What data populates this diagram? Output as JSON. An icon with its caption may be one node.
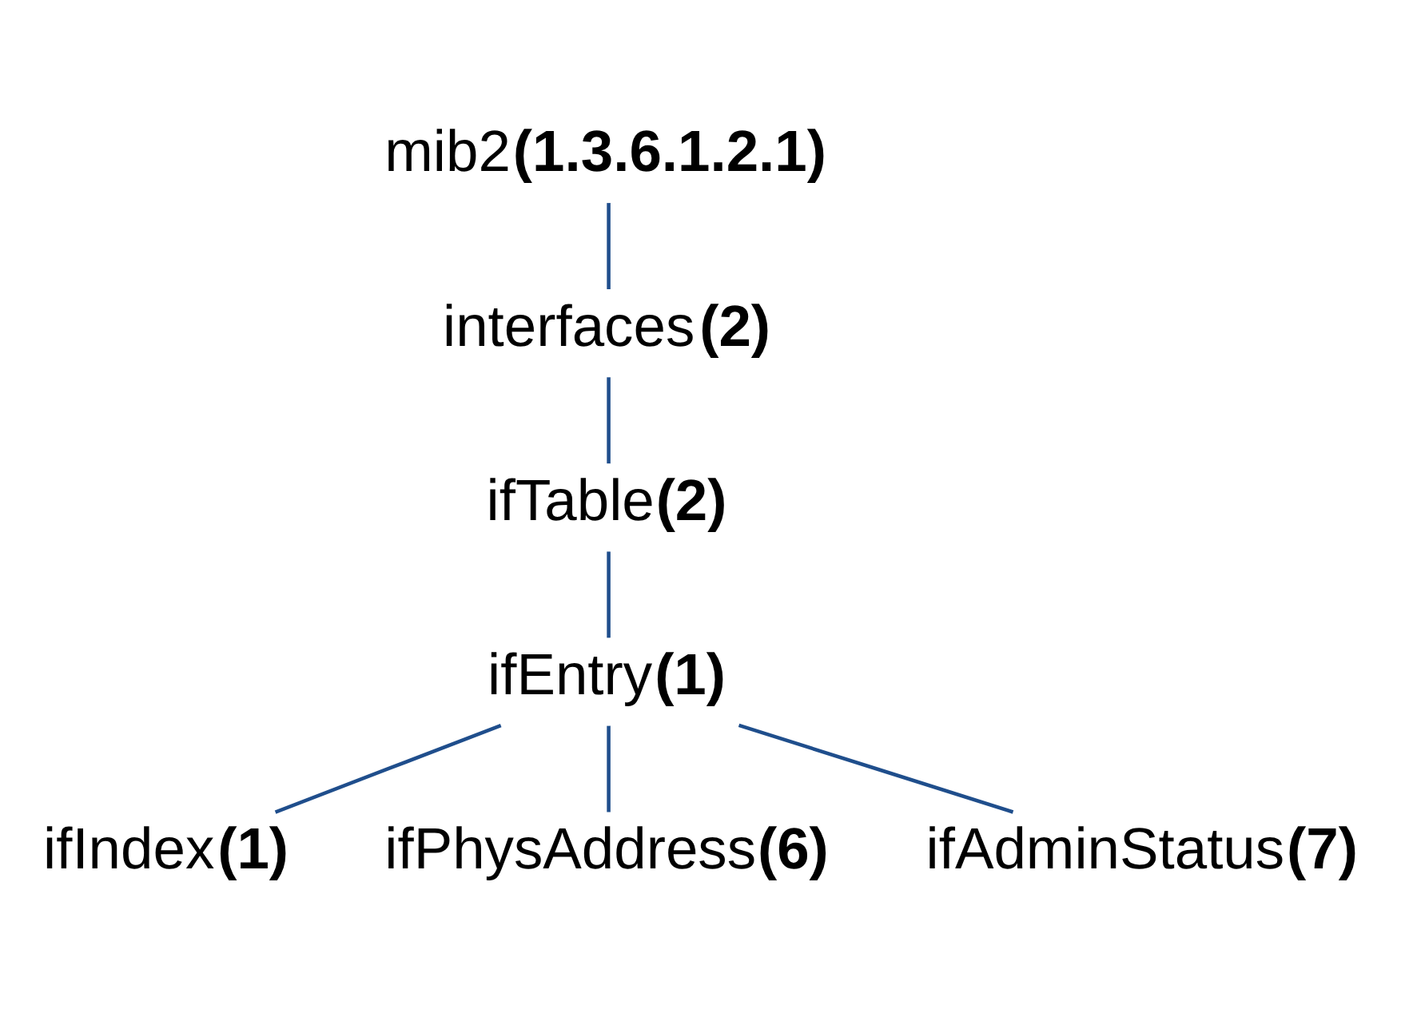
{
  "diagram": {
    "nodes": [
      {
        "text": [
          "mib2**(1.3.6.1.2.1)**"
        ]
      },
      {
        "text": [
          "interfaces**(2)**"
        ]
      },
      {
        "text": [
          "ifTable**(2)**"
        ]
      },
      {
        "text": [
          "ifEntry**(1)**"
        ]
      },
      {
        "text": [
          "ifIndex**(1)**"
        ]
      },
      {
        "text": [
          "ifPhysAddress**(6)**"
        ]
      },
      {
        "text": [
          "ifAdminStatus**(7)**"
        ]
      }
    ],
    "edges": [
      {
        "from": 0,
        "to": 1,
        "arrow": "none"
      },
      {
        "from": 1,
        "to": 2,
        "arrow": "none"
      },
      {
        "from": 2,
        "to": 3,
        "arrow": "none"
      },
      {
        "from": 3,
        "to": 4,
        "arrow": "none"
      },
      {
        "from": 3,
        "to": 5,
        "arrow": "none"
      },
      {
        "from": 3,
        "to": 6,
        "arrow": "none"
      }
    ]
  }
}
